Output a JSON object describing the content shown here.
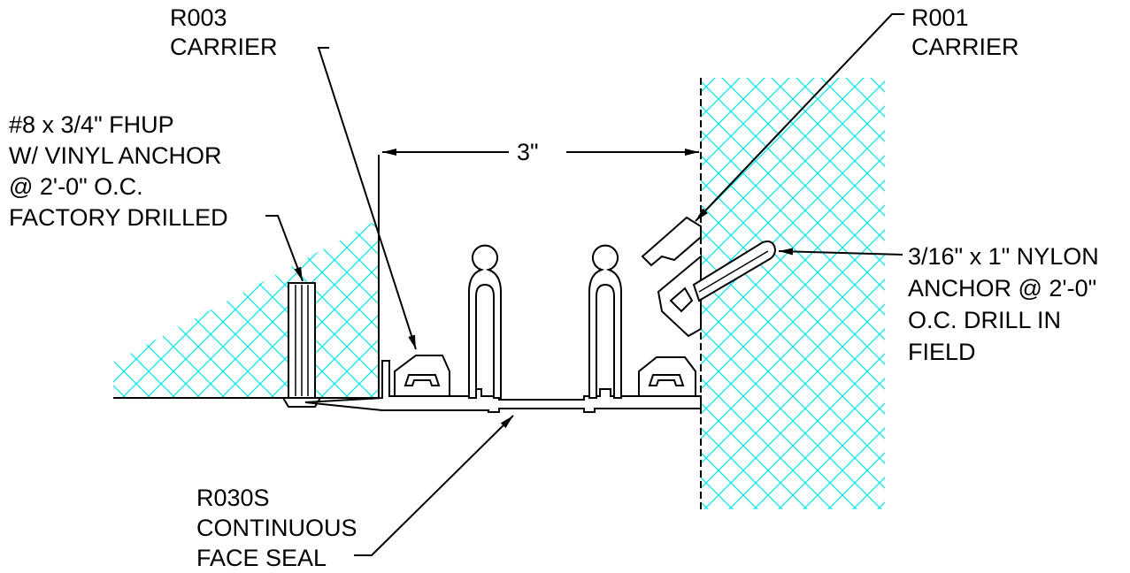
{
  "colors": {
    "hatch": "#00e5e5",
    "line": "#000000",
    "background": "#ffffff"
  },
  "labels": {
    "r003": {
      "line1": "R003",
      "line2": "CARRIER"
    },
    "r001": {
      "line1": "R001",
      "line2": "CARRIER"
    },
    "screw": {
      "line1": "#8 x 3/4\" FHUP",
      "line2": "W/ VINYL ANCHOR",
      "line3": "@ 2'-0\" O.C.",
      "line4": "FACTORY DRILLED"
    },
    "nylon": {
      "line1": "3/16\" x 1\" NYLON",
      "line2": "ANCHOR @ 2'-0\"",
      "line3": "O.C. DRILL IN",
      "line4": "FIELD"
    },
    "seal": {
      "line1": "R030S",
      "line2": "CONTINUOUS",
      "line3": "FACE SEAL"
    },
    "dimension": "3\""
  }
}
